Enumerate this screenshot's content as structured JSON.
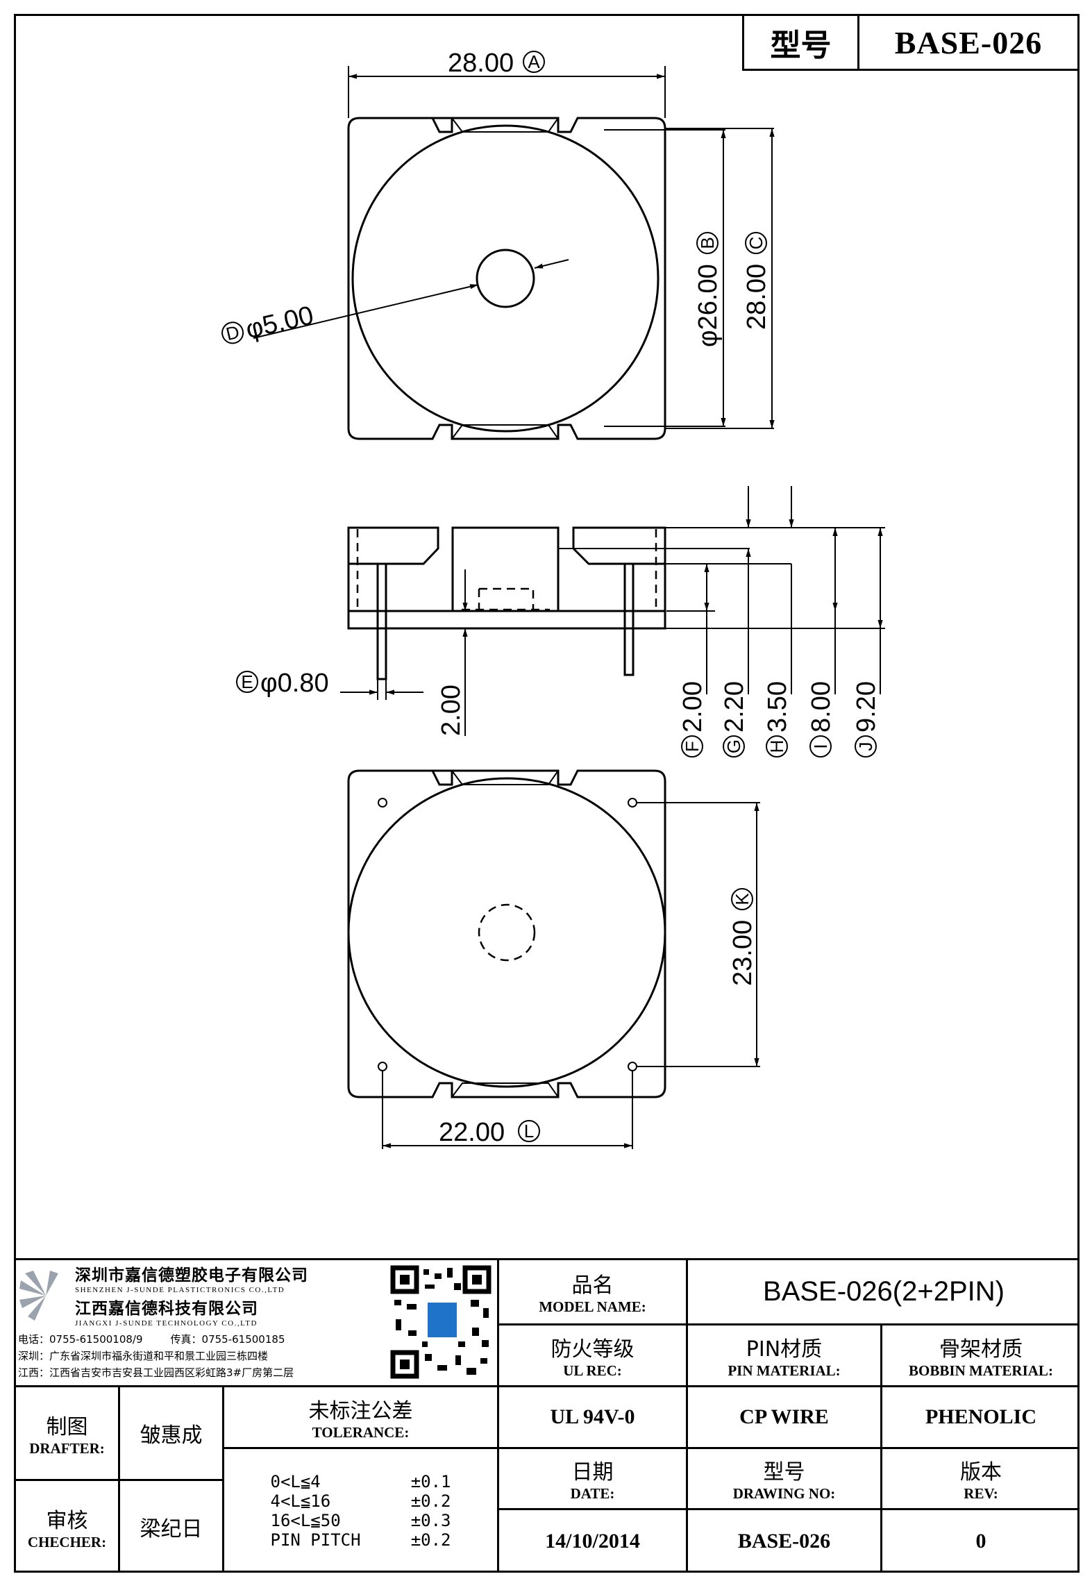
{
  "header": {
    "model_label": "型号",
    "model_value": "BASE-026"
  },
  "dimensions": {
    "A": {
      "value": "28.00",
      "tag": "A"
    },
    "B": {
      "value": "φ26.00",
      "tag": "B"
    },
    "C": {
      "value": "28.00",
      "tag": "C"
    },
    "D": {
      "value": "φ5.00",
      "tag": "D"
    },
    "E": {
      "value": "φ0.80",
      "tag": "E"
    },
    "pin_len": {
      "value": "2.00"
    },
    "F": {
      "value": "2.00",
      "tag": "F"
    },
    "G": {
      "value": "2.20",
      "tag": "G"
    },
    "H": {
      "value": "3.50",
      "tag": "H"
    },
    "I": {
      "value": "8.00",
      "tag": "I"
    },
    "J": {
      "value": "9.20",
      "tag": "J"
    },
    "K": {
      "value": "23.00",
      "tag": "K"
    },
    "L": {
      "value": "22.00",
      "tag": "L"
    }
  },
  "company": {
    "name_cn_1": "深圳市嘉信德塑胶电子有限公司",
    "name_en_1": "SHENZHEN J-SUNDE PLASTICTRONICS CO.,LTD",
    "name_cn_2": "江西嘉信德科技有限公司",
    "name_en_2": "JIANGXI J-SUNDE TECHNOLOGY CO.,LTD",
    "phone": "电话：0755-61500108/9",
    "fax": "传真：0755-61500185",
    "addr_sz": "深圳：广东省深圳市福永街道和平和景工业园三栋四楼",
    "addr_jx": "江西：江西省吉安市吉安县工业园西区彩虹路3#厂房第二层"
  },
  "title_block": {
    "model_name_cn": "品名",
    "model_name_en": "MODEL NAME:",
    "model_name_value": "BASE-026(2+2PIN)",
    "ul_cn": "防火等级",
    "ul_en": "UL REC:",
    "pin_mat_cn": "PIN材质",
    "pin_mat_en": "PIN MATERIAL:",
    "bobbin_cn": "骨架材质",
    "bobbin_en": "BOBBIN MATERIAL:",
    "ul_value": "UL 94V-0",
    "pin_value": "CP WIRE",
    "bobbin_value": "PHENOLIC",
    "drafter_cn": "制图",
    "drafter_en": "DRAFTER:",
    "drafter_name": "皱惠成",
    "checker_cn": "审核",
    "checker_en": "CHECHER:",
    "checker_name": "梁纪日",
    "tol_cn": "未标注公差",
    "tol_en": "TOLERANCE:",
    "tol_rows": [
      {
        "range": "0<L≦4",
        "tol": "±0.1"
      },
      {
        "range": "4<L≦16",
        "tol": "±0.2"
      },
      {
        "range": "16<L≦50",
        "tol": "±0.3"
      },
      {
        "range": "PIN PITCH",
        "tol": "±0.2"
      }
    ],
    "date_cn": "日期",
    "date_en": "DATE:",
    "dwg_cn": "型号",
    "dwg_en": "DRAWING NO:",
    "rev_cn": "版本",
    "rev_en": "REV:",
    "date_value": "14/10/2014",
    "dwg_value": "BASE-026",
    "rev_value": "0"
  }
}
